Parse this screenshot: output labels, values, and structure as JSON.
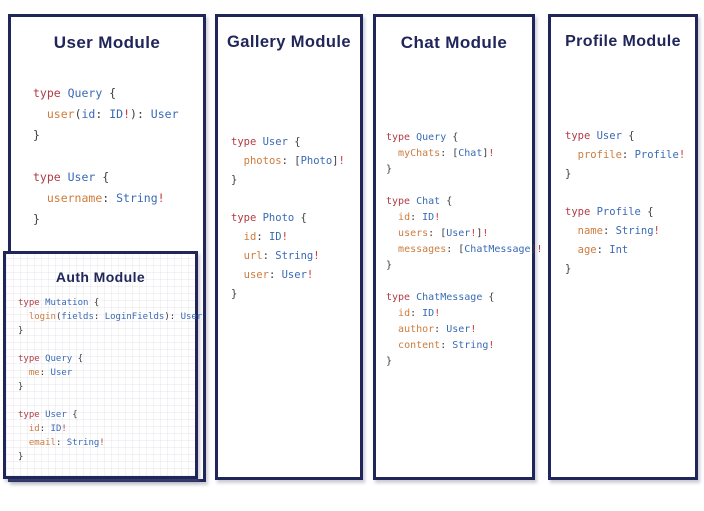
{
  "colors": {
    "navy": "#20265a",
    "keyword_red": "#b13b45",
    "type_blue": "#3a6ab5",
    "field_orange": "#cd7c3d",
    "punctuation": "#3d3d3d",
    "bang_red": "#bf3a40",
    "background": "#ffffff"
  },
  "modules": [
    {
      "id": "user",
      "title": "User Module",
      "code": [
        [
          [
            "k",
            "type "
          ],
          [
            "t",
            "Query "
          ],
          [
            "p",
            "{"
          ]
        ],
        [
          [
            "p",
            "  "
          ],
          [
            "f",
            "user"
          ],
          [
            "p",
            "("
          ],
          [
            "t",
            "id"
          ],
          [
            "p",
            ": "
          ],
          [
            "t",
            "ID"
          ],
          [
            "b",
            "!"
          ],
          [
            "p",
            "): "
          ],
          [
            "t",
            "User"
          ]
        ],
        [
          [
            "p",
            "}"
          ]
        ],
        [],
        [
          [
            "k",
            "type "
          ],
          [
            "t",
            "User "
          ],
          [
            "p",
            "{"
          ]
        ],
        [
          [
            "p",
            "  "
          ],
          [
            "f",
            "username"
          ],
          [
            "p",
            ": "
          ],
          [
            "t",
            "String"
          ],
          [
            "b",
            "!"
          ]
        ],
        [
          [
            "p",
            "}"
          ]
        ]
      ]
    },
    {
      "id": "auth",
      "title": "Auth Module",
      "code": [
        [
          [
            "k",
            "type "
          ],
          [
            "t",
            "Mutation "
          ],
          [
            "p",
            "{"
          ]
        ],
        [
          [
            "p",
            "  "
          ],
          [
            "f",
            "login"
          ],
          [
            "p",
            "("
          ],
          [
            "t",
            "fields"
          ],
          [
            "p",
            ": "
          ],
          [
            "t",
            "LoginFields"
          ],
          [
            "p",
            "): "
          ],
          [
            "t",
            "User"
          ]
        ],
        [
          [
            "p",
            "}"
          ]
        ],
        [],
        [
          [
            "k",
            "type "
          ],
          [
            "t",
            "Query "
          ],
          [
            "p",
            "{"
          ]
        ],
        [
          [
            "p",
            "  "
          ],
          [
            "f",
            "me"
          ],
          [
            "p",
            ": "
          ],
          [
            "t",
            "User"
          ]
        ],
        [
          [
            "p",
            "}"
          ]
        ],
        [],
        [
          [
            "k",
            "type "
          ],
          [
            "t",
            "User "
          ],
          [
            "p",
            "{"
          ]
        ],
        [
          [
            "p",
            "  "
          ],
          [
            "f",
            "id"
          ],
          [
            "p",
            ": "
          ],
          [
            "t",
            "ID"
          ],
          [
            "b",
            "!"
          ]
        ],
        [
          [
            "p",
            "  "
          ],
          [
            "f",
            "email"
          ],
          [
            "p",
            ": "
          ],
          [
            "t",
            "String"
          ],
          [
            "b",
            "!"
          ]
        ],
        [
          [
            "p",
            "}"
          ]
        ]
      ]
    },
    {
      "id": "gallery",
      "title": "Gallery Module",
      "code": [
        [
          [
            "k",
            "type "
          ],
          [
            "t",
            "User "
          ],
          [
            "p",
            "{"
          ]
        ],
        [
          [
            "p",
            "  "
          ],
          [
            "f",
            "photos"
          ],
          [
            "p",
            ": ["
          ],
          [
            "t",
            "Photo"
          ],
          [
            "p",
            "]"
          ],
          [
            "b",
            "!"
          ]
        ],
        [
          [
            "p",
            "}"
          ]
        ],
        [],
        [
          [
            "k",
            "type "
          ],
          [
            "t",
            "Photo "
          ],
          [
            "p",
            "{"
          ]
        ],
        [
          [
            "p",
            "  "
          ],
          [
            "f",
            "id"
          ],
          [
            "p",
            ": "
          ],
          [
            "t",
            "ID"
          ],
          [
            "b",
            "!"
          ]
        ],
        [
          [
            "p",
            "  "
          ],
          [
            "f",
            "url"
          ],
          [
            "p",
            ": "
          ],
          [
            "t",
            "String"
          ],
          [
            "b",
            "!"
          ]
        ],
        [
          [
            "p",
            "  "
          ],
          [
            "f",
            "user"
          ],
          [
            "p",
            ": "
          ],
          [
            "t",
            "User"
          ],
          [
            "b",
            "!"
          ]
        ],
        [
          [
            "p",
            "}"
          ]
        ]
      ]
    },
    {
      "id": "chat",
      "title": "Chat Module",
      "code": [
        [
          [
            "k",
            "type "
          ],
          [
            "t",
            "Query "
          ],
          [
            "p",
            "{"
          ]
        ],
        [
          [
            "p",
            "  "
          ],
          [
            "f",
            "myChats"
          ],
          [
            "p",
            ": ["
          ],
          [
            "t",
            "Chat"
          ],
          [
            "p",
            "]"
          ],
          [
            "b",
            "!"
          ]
        ],
        [
          [
            "p",
            "}"
          ]
        ],
        [],
        [
          [
            "k",
            "type "
          ],
          [
            "t",
            "Chat "
          ],
          [
            "p",
            "{"
          ]
        ],
        [
          [
            "p",
            "  "
          ],
          [
            "f",
            "id"
          ],
          [
            "p",
            ": "
          ],
          [
            "t",
            "ID"
          ],
          [
            "b",
            "!"
          ]
        ],
        [
          [
            "p",
            "  "
          ],
          [
            "f",
            "users"
          ],
          [
            "p",
            ": ["
          ],
          [
            "t",
            "User"
          ],
          [
            "b",
            "!"
          ],
          [
            "p",
            "]"
          ],
          [
            "b",
            "!"
          ]
        ],
        [
          [
            "p",
            "  "
          ],
          [
            "f",
            "messages"
          ],
          [
            "p",
            ": ["
          ],
          [
            "t",
            "ChatMessage"
          ],
          [
            "p",
            "]"
          ],
          [
            "b",
            "!"
          ]
        ],
        [
          [
            "p",
            "}"
          ]
        ],
        [],
        [
          [
            "k",
            "type "
          ],
          [
            "t",
            "ChatMessage "
          ],
          [
            "p",
            "{"
          ]
        ],
        [
          [
            "p",
            "  "
          ],
          [
            "f",
            "id"
          ],
          [
            "p",
            ": "
          ],
          [
            "t",
            "ID"
          ],
          [
            "b",
            "!"
          ]
        ],
        [
          [
            "p",
            "  "
          ],
          [
            "f",
            "author"
          ],
          [
            "p",
            ": "
          ],
          [
            "t",
            "User"
          ],
          [
            "b",
            "!"
          ]
        ],
        [
          [
            "p",
            "  "
          ],
          [
            "f",
            "content"
          ],
          [
            "p",
            ": "
          ],
          [
            "t",
            "String"
          ],
          [
            "b",
            "!"
          ]
        ],
        [
          [
            "p",
            "}"
          ]
        ]
      ]
    },
    {
      "id": "profile",
      "title": "Profile Module",
      "code": [
        [
          [
            "k",
            "type "
          ],
          [
            "t",
            "User "
          ],
          [
            "p",
            "{"
          ]
        ],
        [
          [
            "p",
            "  "
          ],
          [
            "f",
            "profile"
          ],
          [
            "p",
            ": "
          ],
          [
            "t",
            "Profile"
          ],
          [
            "b",
            "!"
          ]
        ],
        [
          [
            "p",
            "}"
          ]
        ],
        [],
        [
          [
            "k",
            "type "
          ],
          [
            "t",
            "Profile "
          ],
          [
            "p",
            "{"
          ]
        ],
        [
          [
            "p",
            "  "
          ],
          [
            "f",
            "name"
          ],
          [
            "p",
            ": "
          ],
          [
            "t",
            "String"
          ],
          [
            "b",
            "!"
          ]
        ],
        [
          [
            "p",
            "  "
          ],
          [
            "f",
            "age"
          ],
          [
            "p",
            ": "
          ],
          [
            "t",
            "Int"
          ]
        ],
        [
          [
            "p",
            "}"
          ]
        ]
      ]
    }
  ]
}
